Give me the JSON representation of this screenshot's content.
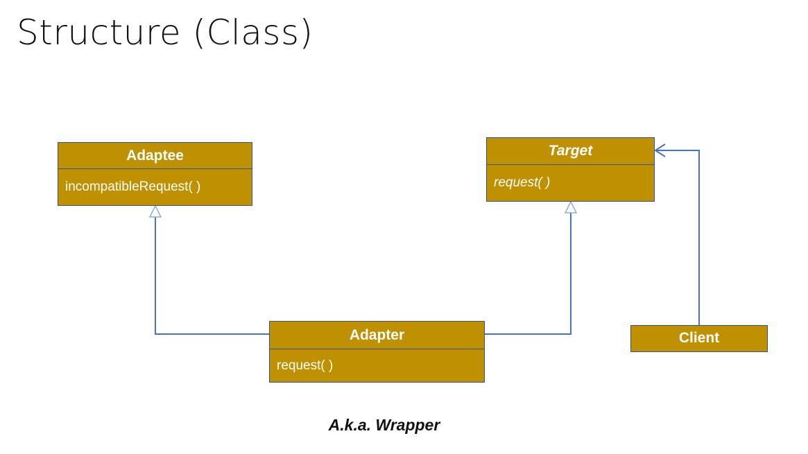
{
  "title": "Structure (Class)",
  "classes": {
    "adaptee": {
      "name": "Adaptee",
      "operation": "incompatibleRequest( )"
    },
    "target": {
      "name": "Target",
      "operation": "request( )"
    },
    "adapter": {
      "name": "Adapter",
      "operation": "request( )"
    },
    "client": {
      "name": "Client"
    }
  },
  "caption": "A.k.a. Wrapper",
  "colors": {
    "class_fill": "#bf9000",
    "border": "#2f5597",
    "connector": "#4472c4"
  }
}
